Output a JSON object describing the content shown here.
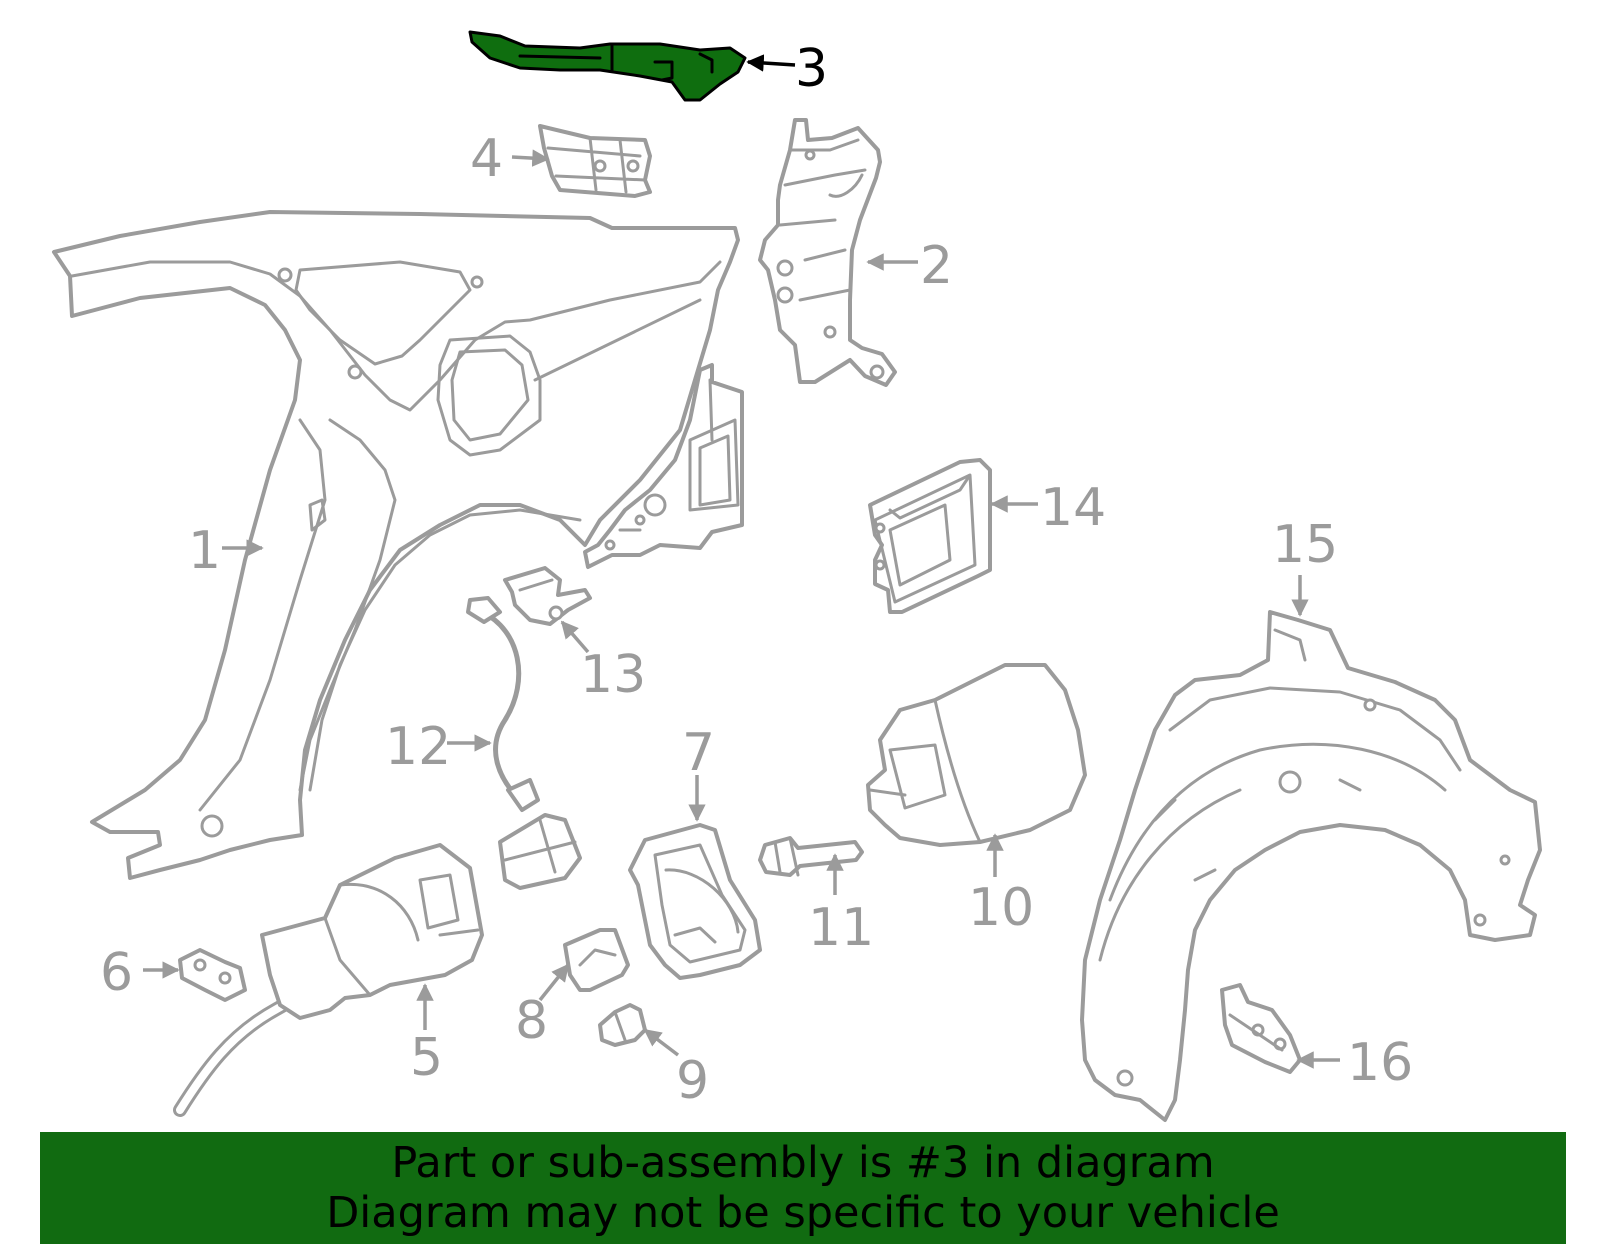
{
  "diagram": {
    "highlighted_part": "3",
    "colors": {
      "line": "#9b9b9b",
      "highlight_fill": "#0f6e0f",
      "highlight_stroke": "#000000",
      "banner": "#116b11"
    },
    "callouts": [
      {
        "id": "1",
        "label": "1"
      },
      {
        "id": "2",
        "label": "2"
      },
      {
        "id": "3",
        "label": "3"
      },
      {
        "id": "4",
        "label": "4"
      },
      {
        "id": "5",
        "label": "5"
      },
      {
        "id": "6",
        "label": "6"
      },
      {
        "id": "7",
        "label": "7"
      },
      {
        "id": "8",
        "label": "8"
      },
      {
        "id": "9",
        "label": "9"
      },
      {
        "id": "10",
        "label": "10"
      },
      {
        "id": "11",
        "label": "11"
      },
      {
        "id": "12",
        "label": "12"
      },
      {
        "id": "13",
        "label": "13"
      },
      {
        "id": "14",
        "label": "14"
      },
      {
        "id": "15",
        "label": "15"
      },
      {
        "id": "16",
        "label": "16"
      }
    ]
  },
  "banner": {
    "line1": "Part or sub-assembly is #3 in diagram",
    "line2": "Diagram may not be specific to your vehicle"
  }
}
